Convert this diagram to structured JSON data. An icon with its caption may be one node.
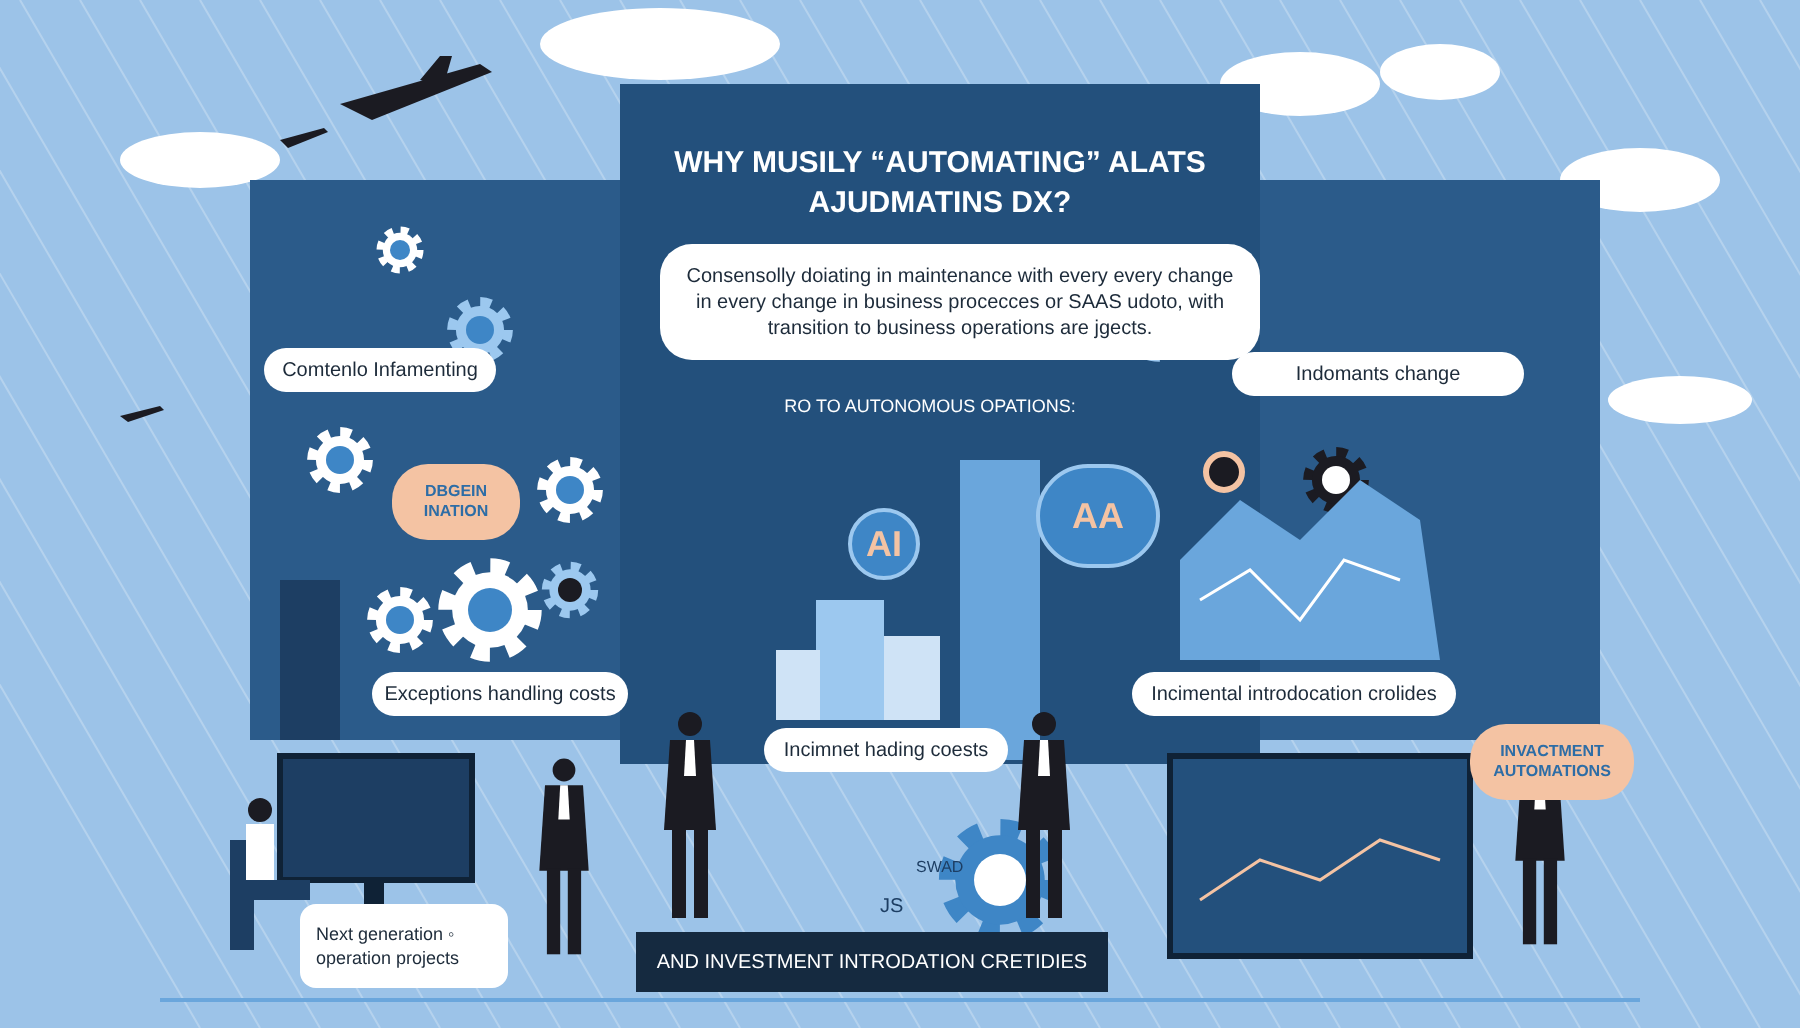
{
  "diagram": {
    "title": "WHY MUSILY “AUTOMATING” ALATS AJUDMATINS DX?",
    "nodes": [
      {
        "text": [
          "Consensolly doiating in maintenance with every every change in every change in business procecces or SAAS udoto, with transition to business operations are jgects."
        ]
      },
      {
        "text": [
          "Comtenlo Infamenting"
        ]
      },
      {
        "text": [
          "DBGEIN INATION"
        ]
      },
      {
        "text": [
          "Exceptions handling costs"
        ]
      },
      {
        "text": [
          "Incimnet hading coests"
        ]
      },
      {
        "text": [
          "Indomants change"
        ]
      },
      {
        "text": [
          "Incimental introdocation crolides"
        ]
      },
      {
        "text": [
          "INVACTMENT AUTOMATIONS"
        ]
      },
      {
        "text": [
          "Next generation ◦ operation projects"
        ]
      },
      {
        "text": [
          "AND INVESTMENT INTRODATION CRETIDIES"
        ]
      },
      {
        "text": [
          "AI"
        ]
      },
      {
        "text": [
          "AA"
        ]
      }
    ],
    "labels": [
      "RO TO AUTONOMOUS OPATIONS:",
      "SWAD",
      "JS"
    ]
  }
}
